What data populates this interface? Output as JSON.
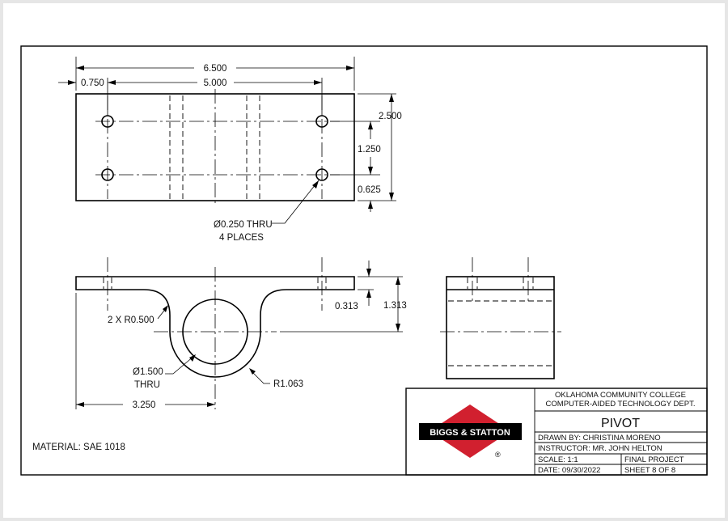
{
  "dimensions": {
    "overall_length": "6.500",
    "edge_to_hole": "0.750",
    "hole_spacing": "5.000",
    "overall_width": "2.500",
    "hole_row_spacing": "1.250",
    "edge_to_hole_row": "0.625",
    "hole_callout_line1": "Ø0.250 THRU",
    "hole_callout_line2": "4 PLACES",
    "fillet_radius": "2 X R0.500",
    "plate_thickness": "0.313",
    "center_height": "1.313",
    "bore_line1": "Ø1.500",
    "bore_line2": "THRU",
    "outer_radius": "R1.063",
    "bore_offset": "3.250"
  },
  "material": "MATERIAL: SAE 1018",
  "title_block": {
    "logo_text": "BIGGS & STATTON",
    "logo_mark": "®",
    "school": "OKLAHOMA COMMUNITY COLLEGE",
    "department": "COMPUTER-AIDED TECHNOLOGY DEPT.",
    "part_name": "PIVOT",
    "drawn_by": "DRAWN BY: CHRISTINA MORENO",
    "instructor": "INSTRUCTOR: MR. JOHN HELTON",
    "scale": "SCALE: 1:1",
    "project": "FINAL PROJECT",
    "date": "DATE: 09/30/2022",
    "sheet": "SHEET 8 OF 8"
  },
  "colors": {
    "logo_red": "#d1202f",
    "logo_black": "#000000",
    "background": "#e6e6e6",
    "sheet": "#ffffff"
  }
}
